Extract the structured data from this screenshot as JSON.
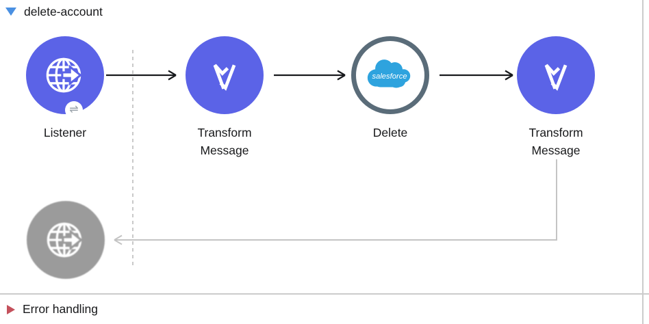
{
  "flow": {
    "title": "delete-account"
  },
  "error_handling": {
    "label": "Error handling"
  },
  "nodes": [
    {
      "id": "listener",
      "label": "Listener",
      "type": "http-listener"
    },
    {
      "id": "transform-1",
      "label": "Transform\nMessage",
      "type": "dataweave-transform"
    },
    {
      "id": "delete",
      "label": "Delete",
      "type": "salesforce-connector",
      "logo_text": "salesforce"
    },
    {
      "id": "transform-2",
      "label": "Transform\nMessage",
      "type": "dataweave-transform"
    },
    {
      "id": "listener-response",
      "label": "",
      "type": "http-listener-response"
    }
  ],
  "icons": {
    "flow_toggle": "triangle-down-collapse",
    "error_toggle": "triangle-right-collapsed",
    "listener_icon": "globe-with-arrow",
    "transform_icon": "dataweave-glyph",
    "salesforce_icon": "salesforce-cloud",
    "badge_glyph": "⇌"
  },
  "colors": {
    "node-purple": "#5B63E7",
    "node-gray": "#9B9B9B",
    "delete-ring": "#5A6C79",
    "salesforce-blue": "#2EA3DE",
    "connector-black": "#17191C",
    "connector-gray": "#C4C4C4",
    "dashed-gray": "#C9C9C9",
    "divider-gray": "#CBCBCB",
    "flow-toggle-blue": "#4A90E2",
    "error-toggle-red": "#C4515C",
    "text-dark": "#17181A",
    "badge-icon-gray": "#97A0A8"
  }
}
